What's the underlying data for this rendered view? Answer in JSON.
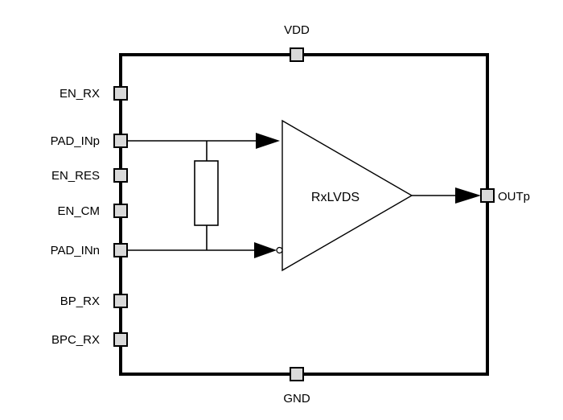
{
  "diagram": {
    "block_label": "RxLVDS",
    "pins": {
      "top": "VDD",
      "bottom": "GND",
      "left": [
        "EN_RX",
        "PAD_INp",
        "EN_RES",
        "EN_CM",
        "PAD_INn",
        "BP_RX",
        "BPC_RX"
      ],
      "right": "OUTp"
    },
    "colors": {
      "line": "#000000",
      "pin_fill": "#d9d9d9",
      "background": "#ffffff"
    }
  }
}
